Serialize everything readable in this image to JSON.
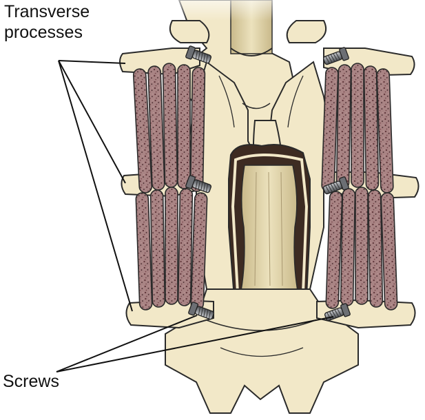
{
  "labels": {
    "transverse_line1": "Transverse",
    "transverse_line2": "processes",
    "screws": "Screws"
  },
  "colors": {
    "bone": "#f2e8c8",
    "bone_outline": "#2a2a2a",
    "graft": "#a27c7c",
    "graft_speckle": "#5a2f34",
    "spinal_cord": "#dccfa0",
    "canal_shadow": "#3d2b22",
    "screw": "#8e9196"
  },
  "icons": [
    "screw-icon",
    "bone-graft-strip"
  ]
}
